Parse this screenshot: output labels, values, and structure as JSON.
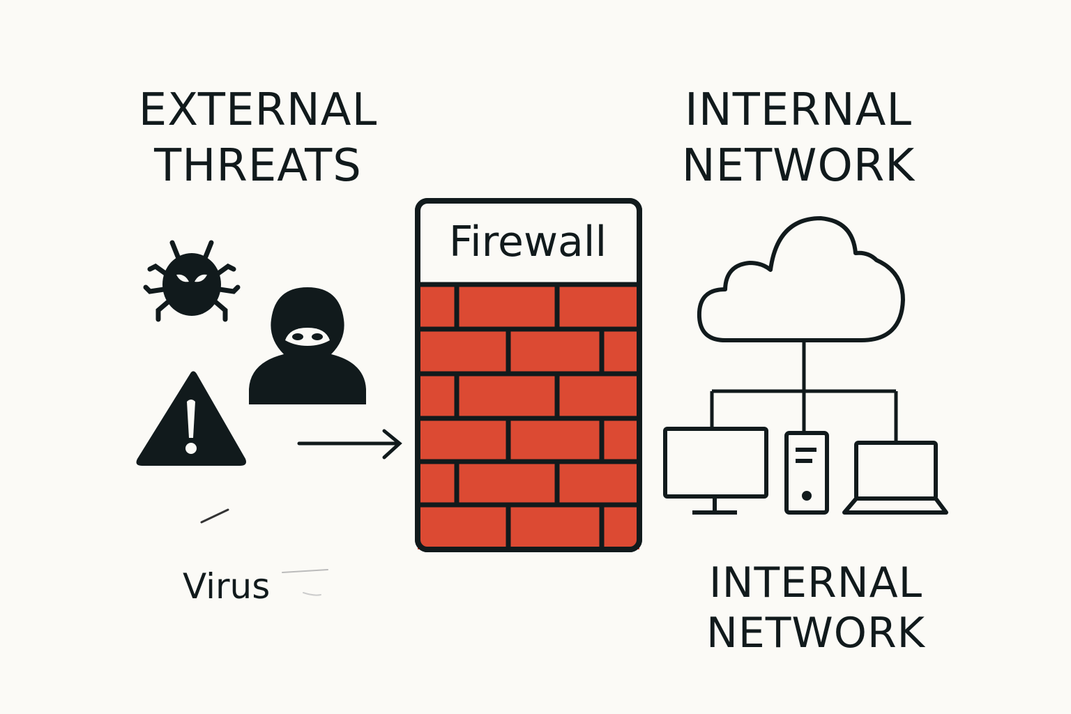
{
  "external": {
    "title_line1": "EXTERNAL",
    "title_line2": "THREATS",
    "virus_label": "Virus",
    "icons": [
      "bug-icon",
      "hacker-icon",
      "warning-icon",
      "arrow-right-icon"
    ]
  },
  "firewall": {
    "label": "Firewall",
    "brick_color": "#dc4a33",
    "outline_color": "#111a1c"
  },
  "internal": {
    "title_line1": "INTERNAL",
    "title_line2": "NETWORK",
    "bottom_line1": "INTERNAL",
    "bottom_line2": "NETWORK",
    "icons": [
      "cloud-icon",
      "desktop-monitor-icon",
      "server-tower-icon",
      "laptop-icon"
    ]
  },
  "colors": {
    "background": "#fbfaf6",
    "ink": "#111a1c",
    "brick": "#dc4a33"
  }
}
